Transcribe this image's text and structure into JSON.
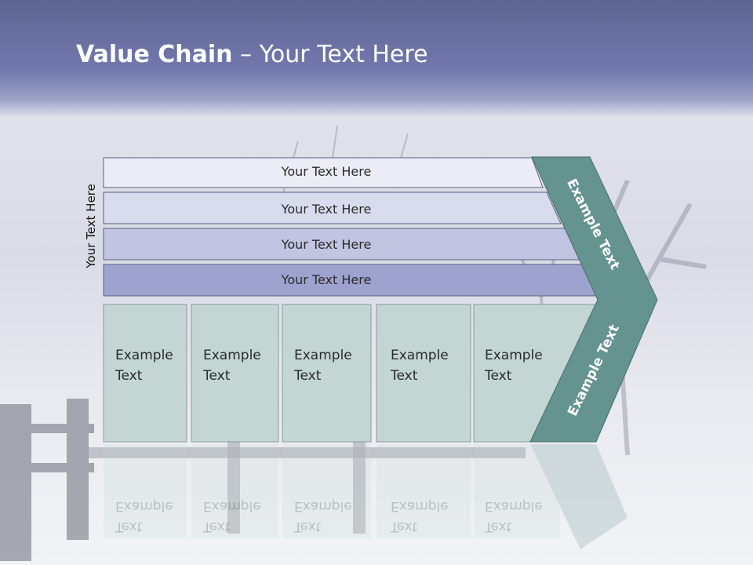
{
  "slide": {
    "title_bold": "Value Chain",
    "title_rest": " – Your Text Here",
    "side_label": "Your Text Here"
  },
  "rows": [
    {
      "label": "Your Text Here",
      "color": "#ececf6"
    },
    {
      "label": "Your Text Here",
      "color": "#d9dbee"
    },
    {
      "label": "Your Text Here",
      "color": "#c2c5e1"
    },
    {
      "label": "Your Text Here",
      "color": "#9ea2cf"
    }
  ],
  "boxes": [
    {
      "line1": "Example",
      "line2": "Text"
    },
    {
      "line1": "Example",
      "line2": "Text"
    },
    {
      "line1": "Example",
      "line2": "Text"
    },
    {
      "line1": "Example",
      "line2": "Text"
    },
    {
      "line1": "Example",
      "line2": "Text"
    }
  ],
  "arrow": {
    "upper_label": "Example Text",
    "lower_label": "Example Text",
    "color": "#65938f"
  },
  "colors": {
    "box_fill": "#c3d6d3",
    "title_band": "#6a70a4"
  }
}
